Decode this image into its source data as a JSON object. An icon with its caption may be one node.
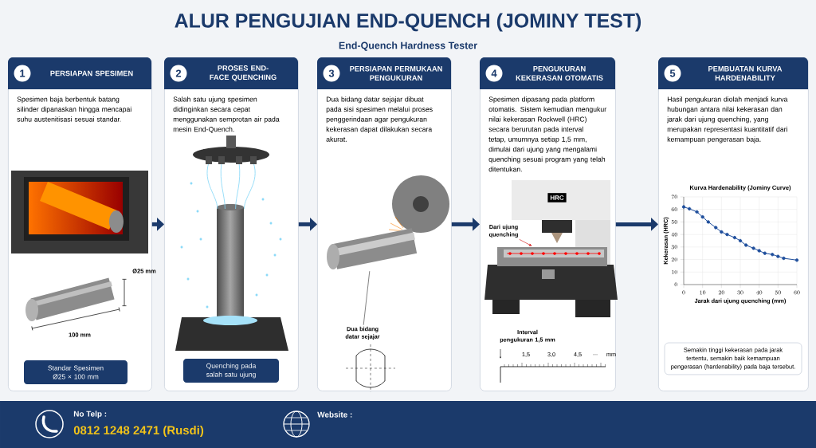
{
  "diagram": {
    "title": "ALUR PENGUJIAN END-QUENCH (JOMINY TEST)",
    "nodes": [
      {
        "text": [
          "1",
          "PERSIAPAN SPESIMEN",
          "Spesimen baja berbentuk batang silinder dipanaskan hingga mencapai suhu austenitisasi sesuai standar."
        ]
      },
      {
        "text": [
          "Standar Spesimen Ø25 × 100 mm"
        ],
        "in": 0
      },
      {
        "text": [
          "2",
          "PROSES END-FACE QUENCHING",
          "Salah satu ujung spesimen didinginkan secara cepat menggunakan semprotan air pada mesin End-Quench."
        ]
      },
      {
        "text": [
          "Quenching pada salah satu ujung"
        ],
        "in": 2
      },
      {
        "text": [
          "3",
          "PERSIAPAN PERMUKAAN PENGUKURAN",
          "Dua bidang datar sejajar dibuat pada sisi spesimen melalui proses penggerindaan agar pengukuran kekerasan dapat dilakukan secara akurat."
        ]
      },
      {
        "text": [
          "Dua bidang datar sejajar"
        ],
        "in": 4
      },
      {
        "text": [
          "4",
          "PENGUKURAN KEKERASAN OTOMATIS",
          "Spesimen dipasang pada platform otomatis. Sistem kemudian mengukur nilai kekerasan Rockwell (HRC) secara berurutan pada interval tetap, umumnya setiap 1,5 mm, dimulai dari ujung yang mengalami quenching sesuai program yang telah ditentukan."
        ]
      },
      {
        "text": [
          "Dari ujung quenching"
        ],
        "in": 6
      },
      {
        "text": [
          "5",
          "PEMBUATAN KURVA HARDENABILITY",
          "Hasil pengukuran diolah menjadi kurva hubungan antara nilai kekerasan dan jarak dari ujung quenching, yang merupakan representasi kuantitatif dari kemampuan pengerasan baja."
        ]
      },
      {
        "text": [
          "Semakin tinggi kekerasan pada jarak tertentu, semakin baik kemampuan pengerasan (hardenability) pada baja tersebut."
        ],
        "in": 8
      },
      {
        "text": [],
        "shape": "picture",
        "in": 4
      },
      {
        "text": [],
        "shape": "picture",
        "in": 6
      }
    ],
    "edges": [
      {
        "from": 0,
        "to": 2,
        "arrow": "to"
      },
      {
        "from": 2,
        "to": 4,
        "arrow": "to"
      },
      {
        "from": 4,
        "to": 6,
        "arrow": "to"
      },
      {
        "from": 6,
        "to": 8,
        "arrow": "to"
      },
      {
        "from": 5,
        "to": 10,
        "arrow": "none"
      },
      {
        "from": 7,
        "to": 11,
        "arrow": "to",
        "color": "#d62828"
      }
    ],
    "labels": [
      "End-Quench Hardness Tester",
      "Ø25 mm",
      "100 mm",
      "HRC",
      "Interval pengukuran 1,5 mm",
      "1,5",
      "3,0",
      "4,5",
      "...",
      "mm",
      "No Telp :",
      "0812 1248 2471 (Rusdi)",
      "Website :"
    ],
    "chart_data": {
      "type": "line",
      "title": "Kurva Hardenability (Jominy Curve)",
      "xlabel": "Jarak dari ujung quenching (mm)",
      "ylabel": "Kekerasan (HRC)",
      "x": [
        0,
        3,
        7,
        10,
        13,
        17,
        20,
        23,
        27,
        30,
        33,
        37,
        40,
        43,
        47,
        50,
        53,
        60
      ],
      "series": [
        {
          "color": "#1f4e9c",
          "marker": "circle",
          "values": [
            62,
            60.5,
            58,
            54,
            50,
            45.5,
            42,
            40,
            37.5,
            35,
            31.5,
            29,
            27,
            25,
            24,
            22.5,
            21,
            19.5
          ]
        }
      ],
      "grid": true,
      "xlim": [
        0,
        60
      ],
      "ylim": [
        0,
        70
      ],
      "xticks": [
        0,
        10,
        20,
        30,
        40,
        50,
        60
      ],
      "yticks": [
        0,
        10,
        20,
        30,
        40,
        50,
        60,
        70
      ]
    }
  }
}
